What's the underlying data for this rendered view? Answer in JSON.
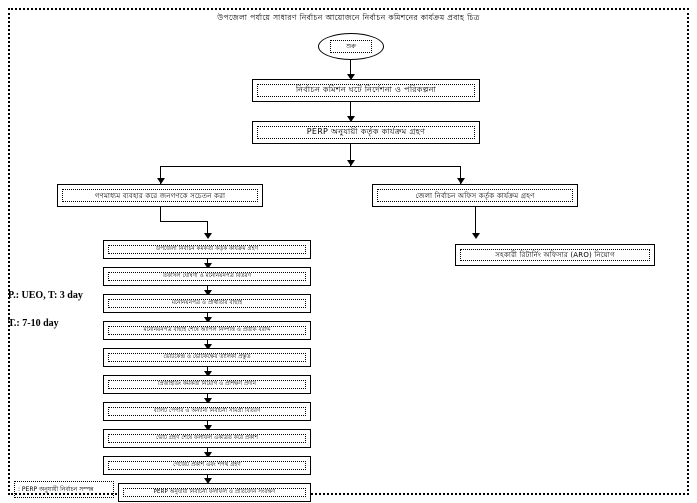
{
  "document": {
    "title": "উপজেলা পর্যায়ে সাধারণ নির্বাচন আয়োজনে নির্বাচন কমিশনের কার্যক্রম প্রবাহ চিত্র",
    "frame_style": "dotted",
    "border_color": "#000000",
    "background": "#ffffff"
  },
  "start_node": {
    "name": "start-ellipse",
    "label": "শুরু"
  },
  "top_nodes": [
    {
      "id": "node-election-planning",
      "label": "নির্বাচন কমিশন ঘটে নির্দেশনা ও পরিকল্পনা"
    },
    {
      "id": "node-perp",
      "label": "PERP অনুযায়ী কর্তৃক কার্যক্রম গ্রহণ"
    }
  ],
  "branch_nodes": [
    {
      "id": "node-left-branch",
      "label": "গণমাধ্যম ব্যবহার করে জনগণকে সচেতন করা"
    },
    {
      "id": "node-right-branch",
      "label": "জেলা নির্বাচন অফিস কর্তৃক কার্যক্রম গ্রহণ"
    }
  ],
  "right_child": {
    "id": "node-aro",
    "label": "সহকারী রিটার্নিং অফিসার (ARO) নিয়োগ"
  },
  "chain_nodes": [
    {
      "id": "chain-1",
      "label": "উপজেলা নির্বাচন কর্মকর্তা কর্তৃক কার্যক্রম গ্রহণ"
    },
    {
      "id": "chain-2",
      "label": "তফসিল ঘোষণা ও মনোনয়নপত্র বিতরণ"
    },
    {
      "id": "chain-3",
      "label": "মনোনয়নপত্র ও প্রার্থীতার বাছাই"
    },
    {
      "id": "chain-4",
      "label": "মনোনয়নপত্র বাছাই শেষে আপিল নিষ্পত্তি ও প্রতীক বরাদ্দ"
    },
    {
      "id": "chain-5",
      "label": "ভোটকেন্দ্র ও ভোটকক্ষের তালিকা প্রস্তুত"
    },
    {
      "id": "chain-6",
      "label": "প্রিজাইডিং কর্মকর্তা নিয়োগ ও প্রশিক্ষণ প্রদান"
    },
    {
      "id": "chain-7",
      "label": "ব্যালট পেপার ও অন্যান্য নির্বাচনী সামগ্রী বিতরণ"
    },
    {
      "id": "chain-8",
      "label": "ভোট গ্রহণ শেষে ফলাফল একত্রিত করে প্রকাশ"
    },
    {
      "id": "chain-9",
      "label": "গেজেট প্রকাশ এবং শপথ গ্রহণ"
    },
    {
      "id": "chain-10",
      "label": "PERP অনুযায়ী নির্বাচনী ফলাফল ও প্রতিবেদন সংরক্ষণ"
    }
  ],
  "annotations": [
    {
      "id": "annot-ueo",
      "text": "P.: UEO, T: 3 day"
    },
    {
      "id": "annot-duration",
      "text": "T.: 7-10 day"
    }
  ],
  "legend": {
    "id": "legend-perp",
    "text": ": PERP অনুযায়ী নির্বাচন সম্পন্ন"
  }
}
